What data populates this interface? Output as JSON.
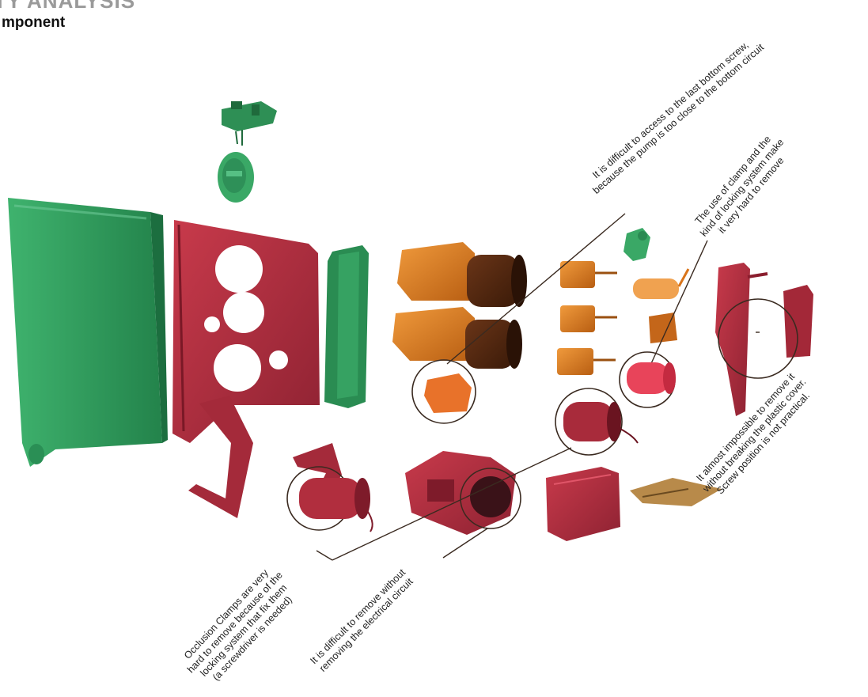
{
  "header": {
    "title": "TY ANALYSIS",
    "subtitle": "mponent"
  },
  "colors": {
    "green": "#2e9e5b",
    "green_dark": "#1f7a45",
    "red": "#b12e3e",
    "red_dark": "#7e1b2a",
    "orange": "#d9741a",
    "orange_dark": "#8a4310",
    "brown": "#4a2410",
    "pink": "#e8445a",
    "line": "#3a2a20"
  },
  "notes": {
    "pump_screw": "It is difficult to access to the last bottom screw,\nbecause the pump is too close to the bottom circuit",
    "clamp_locking": "The use of clamp and the\nkind of locking system make\nit very hard to remove",
    "plastic_cover": "It almost impossible to remove it\nwithout breaking the plastic cover.\nScrew position is not practical.",
    "occlusion_clamps": "Occlusion Clamps are very\nhard to remove because of the\nlocking system that fix them\n(a screwdriver is needed)",
    "electrical_circuit": "It is difficult to remove without\nremoving the electrical circuit"
  }
}
